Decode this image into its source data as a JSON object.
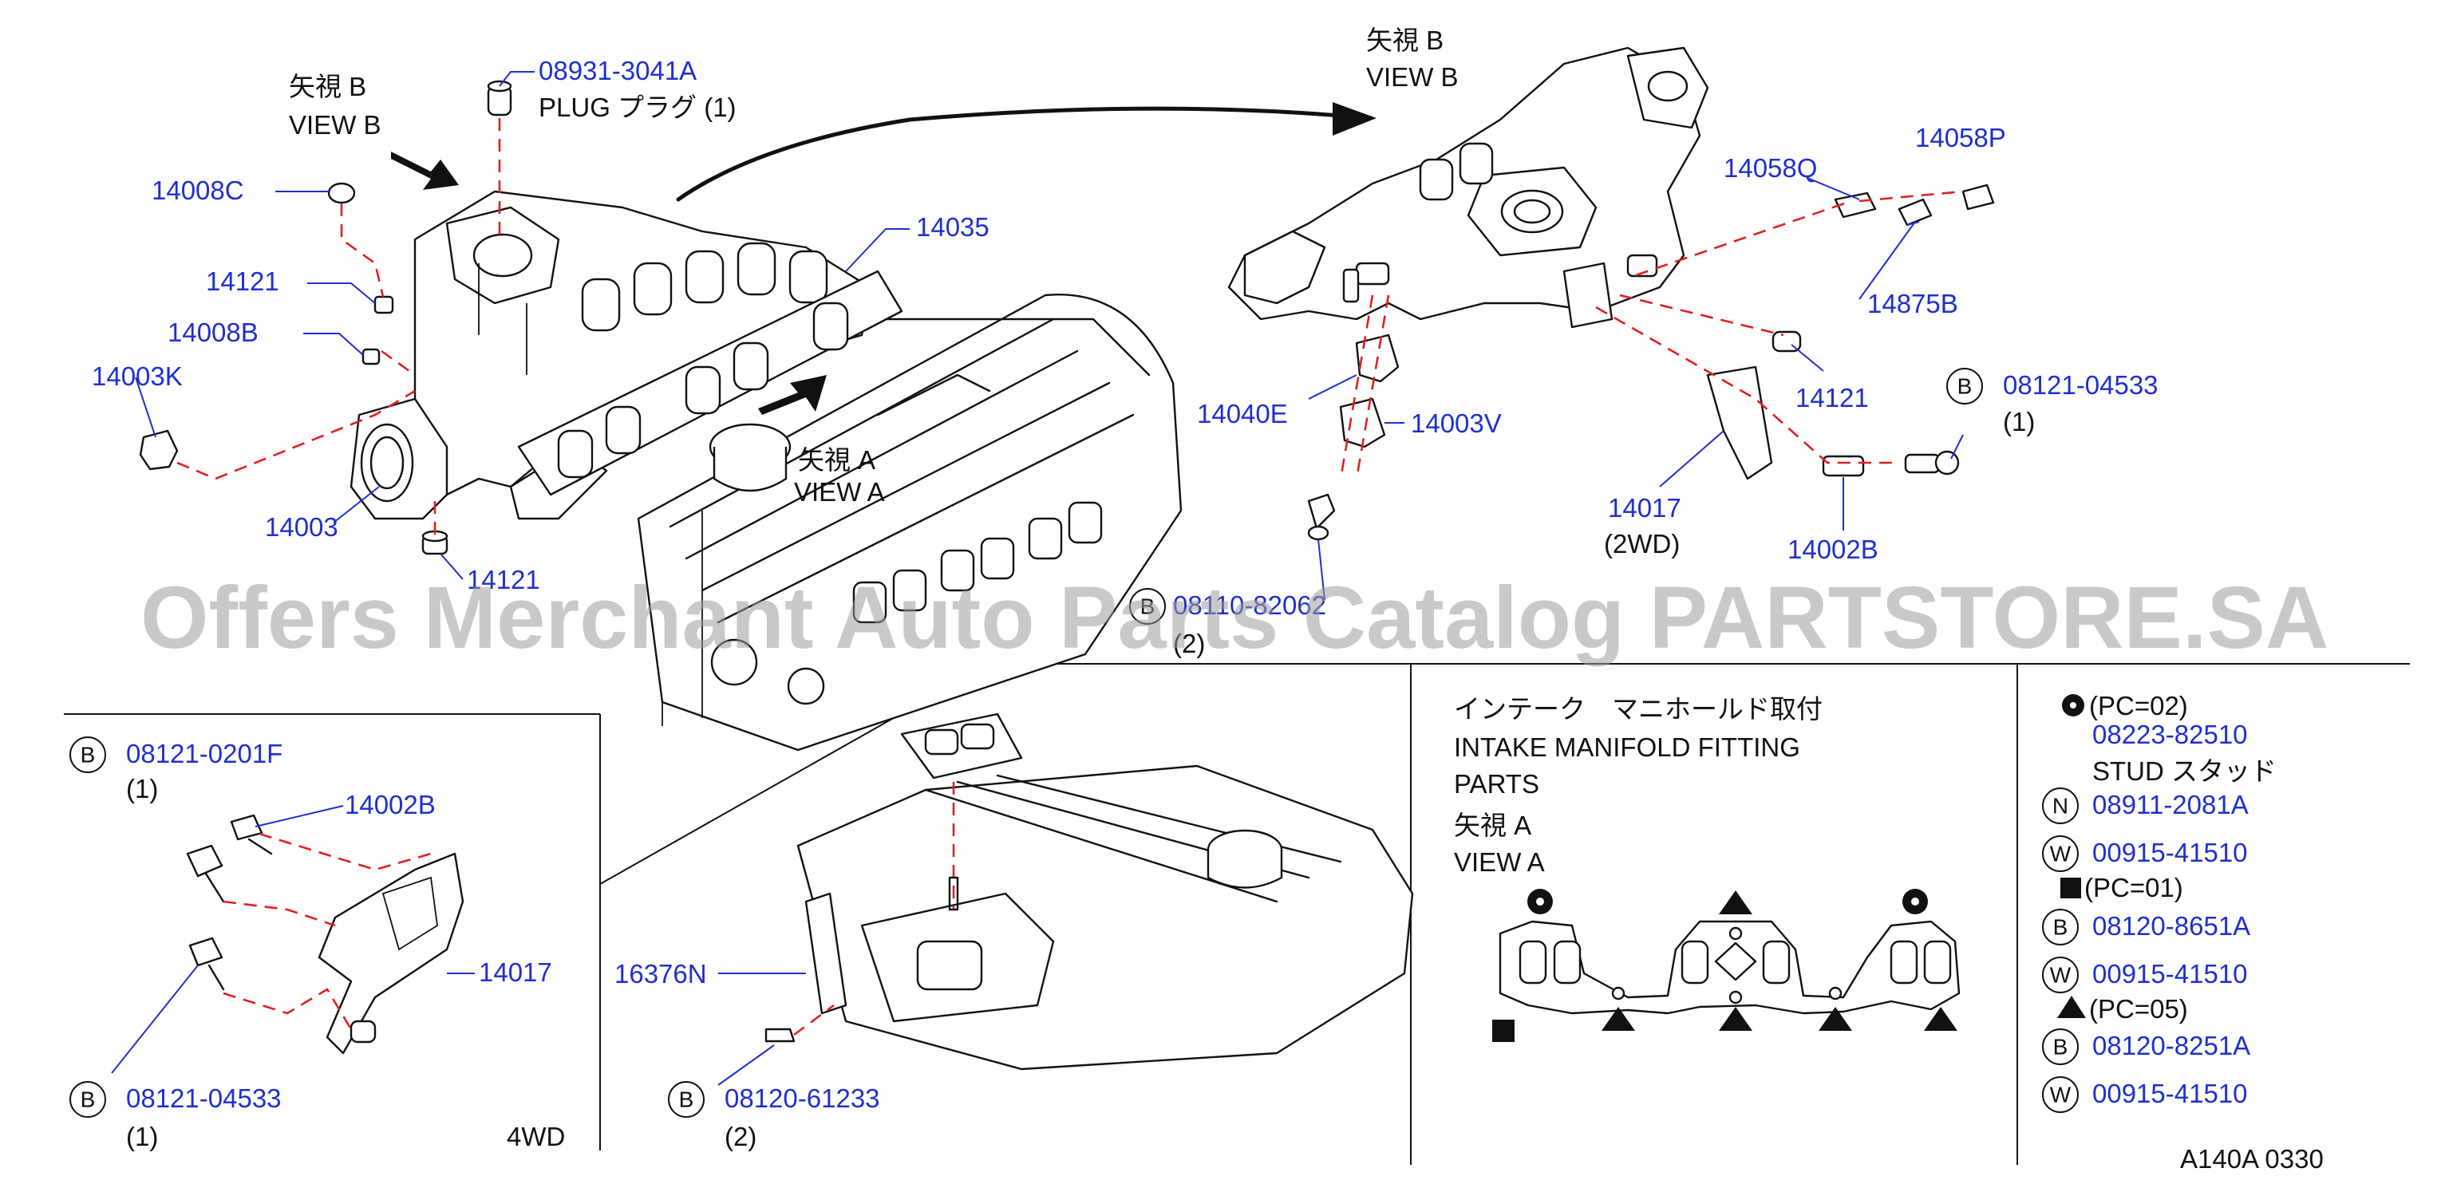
{
  "labels": {
    "view_b_jp_1": "矢視 B",
    "view_b_en_1": "VIEW  B",
    "plug_pn": "08931-3041A",
    "plug_desc": "PLUG    プラグ  (1)",
    "p14008C": "14008C",
    "p14121_a": "14121",
    "p14008B": "14008B",
    "p14003K": "14003K",
    "p14003": "14003",
    "p14121_b": "14121",
    "p14035": "14035",
    "view_a_jp_1": "矢視 A",
    "view_a_en_1": "VIEW  A",
    "bolt_82062": "08110-82062",
    "bolt_82062_qty": "(2)",
    "view_b_jp_2": "矢視 B",
    "view_b_en_2": "VIEW  B",
    "p14058Q": "14058Q",
    "p14058P": "14058P",
    "p14875B": "14875B",
    "p14121_c": "14121",
    "p14040E": "14040E",
    "p14003V": "14003V",
    "bolt_04533_top": "08121-04533",
    "bolt_04533_top_qty": "(1)",
    "p14017_2wd": "14017",
    "p2wd": "(2WD)",
    "p14002B_top": "14002B",
    "bolt_0201F": "08121-0201F",
    "bolt_0201F_qty": "(1)",
    "p14002B_4wd": "14002B",
    "p14017_4wd": "14017",
    "bolt_04533_4wd": "08121-04533",
    "bolt_04533_4wd_qty": "(1)",
    "p4wd": "4WD",
    "p16376N": "16376N",
    "bolt_61233": "08120-61233",
    "bolt_61233_qty": "(2)",
    "fit_jp": "インテーク　マニホールド取付",
    "fit_en1": "INTAKE  MANIFOLD  FITTING",
    "fit_en2": "PARTS",
    "view_a_jp_2": "矢視 A",
    "view_a_en_2": "VIEW  A",
    "pc02": "(PC=02)",
    "stud_pn": "08223-82510",
    "stud_desc": "STUD    スタッド",
    "n_pn": "08911-2081A",
    "w_pn_1": "00915-41510",
    "pc01": "(PC=01)",
    "b_pn_1": "08120-8651A",
    "w_pn_2": "00915-41510",
    "pc05": "(PC=05)",
    "b_pn_2": "08120-8251A",
    "w_pn_3": "00915-41510",
    "footer_code": "A140A   0330"
  },
  "markers": {
    "b": "B",
    "n": "N",
    "w": "W"
  },
  "watermark": "Offers Merchant Auto Parts Catalog PARTSTORE.SA",
  "colors": {
    "part_number": "#1f2fd0",
    "leader_dash": "#e02020",
    "line_art": "#111111"
  }
}
